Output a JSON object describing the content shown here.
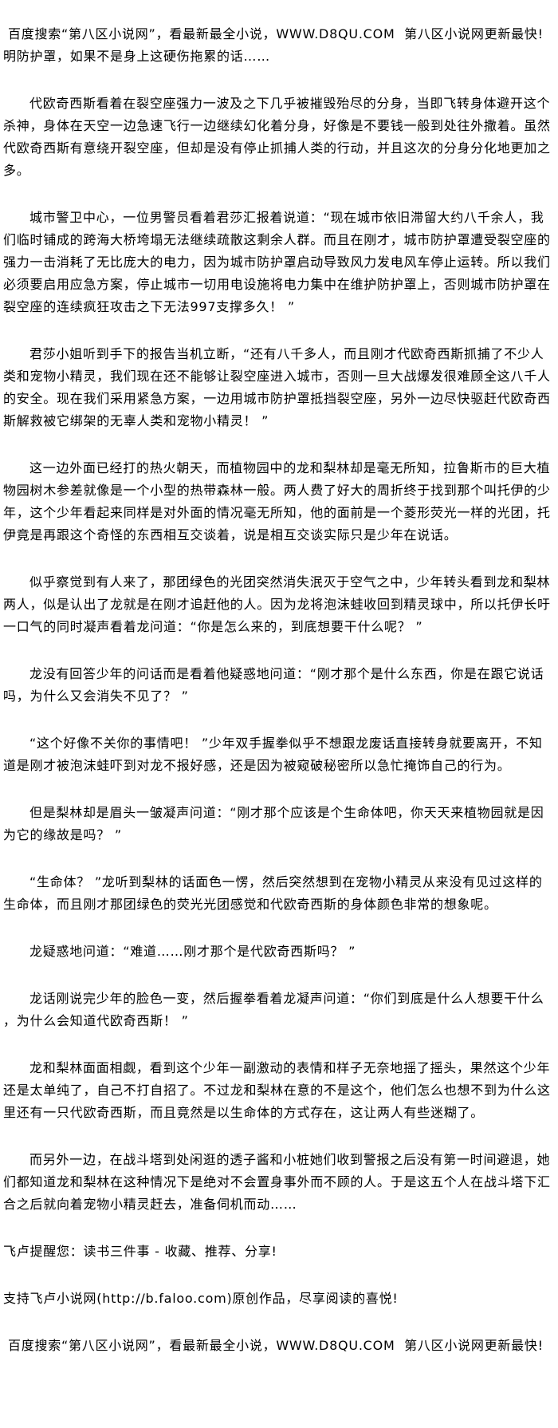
{
  "header": {
    "banner": "百度搜索“第八区小说网”，看最新最全小说，WWW.D8QU.COM  第八区小说网更新最快!",
    "continuation": "明防护罩，如果不是身上这硬伤拖累的话……"
  },
  "paragraphs": [
    [
      "代欧奇西斯看着在裂空座强力一波及之下几乎被摧毁殆尽的分身，当即飞转身体避开这个",
      "杀神，身体在天空一边急速飞行一边继续幻化着分身，好像是不要钱一般到处往外撒着。虽然",
      "代欧奇西斯有意绕开裂空座，但却是没有停止抓捕人类的行动，并且这次的分身分化地更加之",
      "多。"
    ],
    [
      "城市警卫中心，一位男警员看着君莎汇报着说道：“现在城市依旧滞留大约八千余人，我",
      "们临时铺成的跨海大桥垮塌无法继续疏散这剩余人群。而且在刚才，城市防护罩遭受裂空座的",
      "强力一击消耗了无比庞大的电力，因为城市防护罩启动导致风力发电风车停止运转。所以我们",
      "必须要启用应急方案，停止城市一切用电设施将电力集中在维护防护罩上，否则城市防护罩在",
      "裂空座的连续疯狂攻击之下无法997支撑多久！ ”"
    ],
    [
      "君莎小姐听到手下的报告当机立断，“还有八千多人，而且刚才代欧奇西斯抓捕了不少人",
      "类和宠物小精灵，我们现在还不能够让裂空座进入城市，否则一旦大战爆发很难顾全这八千人",
      "的安全。现在我们采用紧急方案，一边用城市防护罩抵挡裂空座，另外一边尽快驱赶代欧奇西",
      "斯解救被它绑架的无辜人类和宠物小精灵！ ”"
    ],
    [
      "这一边外面已经打的热火朝天，而植物园中的龙和梨林却是毫无所知，拉鲁斯市的巨大植",
      "物园树木参差就像是一个小型的热带森林一般。两人费了好大的周折终于找到那个叫托伊的少",
      "年，这个少年看起来同样是对外面的情况毫无所知，他的面前是一个菱形荧光一样的光团，托",
      "伊竟是再跟这个奇怪的东西相互交谈着，说是相互交谈实际只是少年在说话。"
    ],
    [
      "似乎察觉到有人来了，那团绿色的光团突然消失泯灭于空气之中，少年转头看到龙和梨林",
      "两人，似是认出了龙就是在刚才追赶他的人。因为龙将泡沫蛙收回到精灵球中，所以托伊长吁",
      "一口气的同时凝声看着龙问道：“你是怎么来的，到底想要干什么呢？ ”"
    ],
    [
      "龙没有回答少年的问话而是看着他疑惑地问道：“刚才那个是什么东西，你是在跟它说话",
      "吗，为什么又会消失不见了？ ”"
    ],
    [
      "“这个好像不关你的事情吧！ ”少年双手握拳似乎不想跟龙废话直接转身就要离开，不知",
      "道是刚才被泡沫蛙吓到对龙不报好感，还是因为被窥破秘密所以急忙掩饰自己的行为。"
    ],
    [
      "但是梨林却是眉头一皱凝声问道：“刚才那个应该是个生命体吧，你天天来植物园就是因",
      "为它的缘故是吗？ ”"
    ],
    [
      "“生命体？ ”龙听到梨林的话面色一愣，然后突然想到在宠物小精灵从来没有见过这样的",
      "生命体，而且刚才那团绿色的荧光光团感觉和代欧奇西斯的身体颜色非常的想象呢。"
    ],
    [
      "龙疑惑地问道：“难道……刚才那个是代欧奇西斯吗？ ”"
    ],
    [
      "龙话刚说完少年的脸色一变，然后握拳看着龙凝声问道：“你们到底是什么人想要干什么",
      "，为什么会知道代欧奇西斯！ ”"
    ],
    [
      "龙和梨林面面相觑，看到这个少年一副激动的表情和样子无奈地摇了摇头，果然这个少年",
      "还是太单纯了，自己不打自招了。不过龙和梨林在意的不是这个，他们怎么也想不到为什么这",
      "里还有一只代欧奇西斯，而且竟然是以生命体的方式存在，这让两人有些迷糊了。"
    ],
    [
      "而另外一边，在战斗塔到处闲逛的透子酱和小桩她们收到警报之后没有第一时间避退，她",
      "们都知道龙和梨林在这种情况下是绝对不会置身事外而不顾的人。于是这五个人在战斗塔下汇",
      "合之后就向着宠物小精灵赶去，准备伺机而动……"
    ]
  ],
  "faloo": {
    "reminder": "飞卢提醒您：读书三件事 - 收藏、推荐、分享!",
    "support": "支持飞卢小说网(http://b.faloo.com)原创作品，尽享阅读的喜悦!"
  },
  "footer": {
    "banner": "百度搜索“第八区小说网”，看最新最全小说，WWW.D8QU.COM  第八区小说网更新最快!"
  }
}
